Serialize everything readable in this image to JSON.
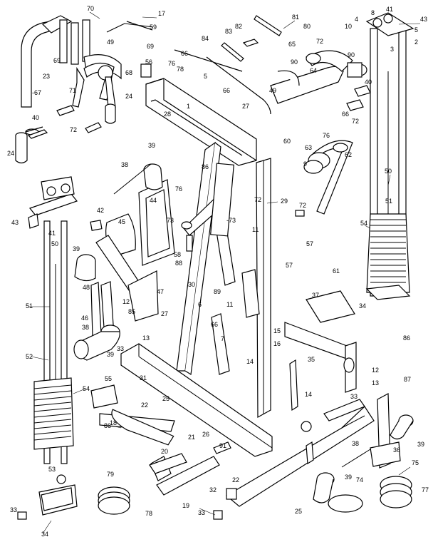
{
  "labels": {
    "l70": "70",
    "l17a": "17",
    "l59": "59",
    "l81": "81",
    "l80": "80",
    "l10a": "10",
    "l8a": "8",
    "l41a": "41",
    "l43a": "43",
    "l4a": "4",
    "l5a": "5",
    "l2a": "2",
    "l3a": "3",
    "l49a": "49",
    "l69a": "69",
    "l69b": "69",
    "l23": "23",
    "l71": "71",
    "l68": "68",
    "l24a": "24",
    "l67": "-67",
    "l40a": "40",
    "l72a": "72",
    "l24b": "24",
    "l84": "84",
    "l83": "83",
    "l82": "82",
    "l56": "56",
    "l66a": "66",
    "l76a": "76",
    "l78a": "78",
    "l5b": "5",
    "l28": "28",
    "l66b": "66",
    "l27a": "27",
    "l49b": "49",
    "l65": "65",
    "l72b": "72",
    "l90a": "90",
    "l64": "64",
    "l90b": "90",
    "l40b": "40",
    "l72c": "72",
    "l60": "60",
    "l66c": "66",
    "l76b": "76",
    "l63": "63",
    "l62": "62",
    "l39a": "39",
    "l38a": "38",
    "l86a": "86",
    "l76c": "76",
    "l50a": "50",
    "l51a": "51",
    "l54a": "54",
    "l44": "44",
    "l45": "45",
    "l73a": "73",
    "l73b": "-73",
    "l72d": "72",
    "l29": "29",
    "l72e": "72",
    "l57a": "57",
    "l61": "61",
    "l57b": "57",
    "l58": "58",
    "l88": "88",
    "l89": "89",
    "l11a": "11",
    "l11b": "11",
    "l48": "48",
    "l46": "46",
    "l47": "47",
    "l30": "30",
    "l12a": "12",
    "l85": "85",
    "l27b": "27",
    "l13a": "13",
    "l37": "37",
    "l86b": "86",
    "l34a": "34",
    "l42": "42",
    "l43b": "43",
    "l41b": "41",
    "l50b": "50",
    "l39b": "39",
    "l51b": "51",
    "l52": "52",
    "l38b": "38",
    "l39c": "39",
    "l33a": "33",
    "l55": "55",
    "l54b": "54",
    "l86c": "86",
    "l66d": "66",
    "l15": "15",
    "l16": "16",
    "l7": "7",
    "l14a": "14",
    "l14b": "14",
    "l35": "35",
    "l12b": "12",
    "l13b": "13",
    "l87": "87",
    "l33b": "33",
    "l31": "31",
    "l25a": "25",
    "l22a": "22",
    "l18": "18",
    "l20": "20",
    "l26": "26",
    "l21": "21",
    "l91": "91",
    "l19": "19",
    "l22b": "22",
    "l36": "36",
    "l39d": "39",
    "l38c": "38",
    "l39e": "39",
    "l75": "75",
    "l77": "77",
    "l74": "74",
    "l79": "79",
    "l78b": "78",
    "l32": "32",
    "l33c": "33",
    "l25b": "25",
    "l53": "53",
    "l34b": "34",
    "l33d": "33",
    "l9": "9",
    "l1": "1",
    "l6": "6"
  },
  "colors": {
    "line": "#000000",
    "background": "#ffffff",
    "fill_dark": "#000000",
    "fill_grey": "#bbbbbb"
  }
}
